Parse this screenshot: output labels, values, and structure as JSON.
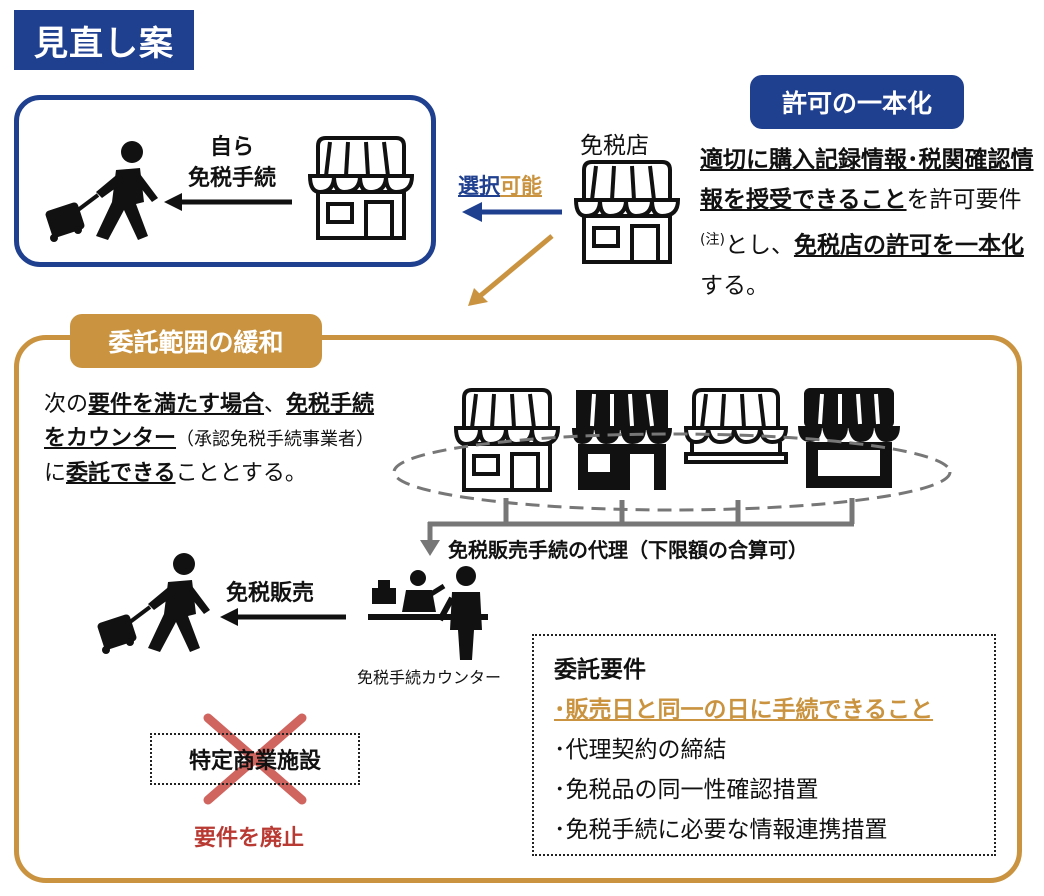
{
  "title": "見直し案",
  "top_box": {
    "self_procedure_line1": "自ら",
    "self_procedure_line2": "免税手続"
  },
  "shop_caption": "免税店",
  "selection": {
    "part1": "選択",
    "part2": "可能"
  },
  "permit": {
    "badge": "許可の一本化",
    "seg1_bold": "適切に購入記録情報･税関確認情報を授受できること",
    "seg2": "を許可要件",
    "note": "(注)",
    "seg3": "とし、",
    "seg4_bold": "免税店の許可を一本化",
    "seg5": "する。"
  },
  "relax": {
    "badge": "委託範囲の緩和",
    "t1": "次の",
    "t2_bold": "要件を満たす場合",
    "t3": "、",
    "t4_bold": "免税手続をカウンター",
    "t5_small": "（承認免税手続事業者）",
    "t6": "に",
    "t7_bold": "委託できる",
    "t8": "こととする。"
  },
  "proxy_label": "免税販売手続の代理（下限額の合算可）",
  "sales_label": "免税販売",
  "counter_caption": "免税手続カウンター",
  "conditions": {
    "title": "委託要件",
    "items": [
      "･販売日と同一の日に手続できること",
      "･代理契約の締結",
      "･免税品の同一性確認措置",
      "･免税手続に必要な情報連携措置"
    ]
  },
  "facility_label": "特定商業施設",
  "abolish_label": "要件を廃止",
  "colors": {
    "navy": "#1f3f8f",
    "gold": "#c9933f",
    "red_text": "#b83a33",
    "red_cross": "#d0645f"
  }
}
